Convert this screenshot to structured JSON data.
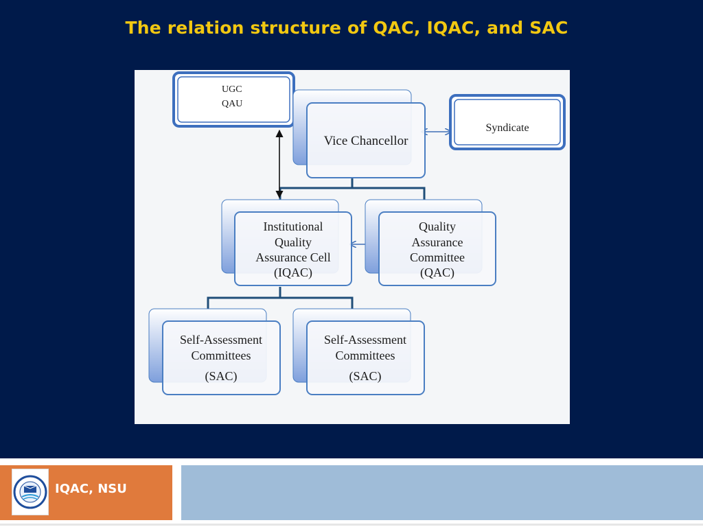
{
  "slide": {
    "title": "The relation structure of QAC, IQAC, and SAC"
  },
  "diagram": {
    "nodes": {
      "ugc": [
        "UGC",
        "QAU"
      ],
      "vc": [
        "Vice Chancellor"
      ],
      "syndicate": [
        "Syndicate"
      ],
      "iqac": [
        "Institutional",
        "Quality",
        "Assurance Cell",
        "(IQAC)"
      ],
      "qac": [
        "Quality",
        "Assurance",
        "Committee",
        "(QAC)"
      ],
      "sac1": [
        "Self-Assessment",
        "Committees",
        "(SAC)"
      ],
      "sac2": [
        "Self-Assessment",
        "Committees",
        "(SAC)"
      ]
    },
    "colors": {
      "box_border": "#4a7ec2",
      "box_fill": "#f6f8fb",
      "shadow_fill": "#7e9fdc",
      "connector": "#1f4e79",
      "arrow": "#3f6fb5"
    }
  },
  "footer": {
    "label": "IQAC, NSU",
    "logo_icon": "university-seal-icon"
  }
}
